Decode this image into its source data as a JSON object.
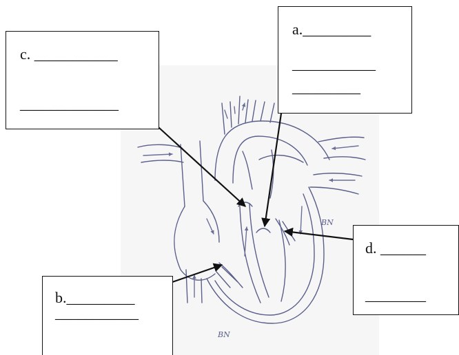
{
  "labels": {
    "a": {
      "line1": "a._________",
      "line2": "___________",
      "line3": "_________"
    },
    "b": {
      "line1": "b._________",
      "line2": "___________"
    },
    "c": {
      "line1": "c. ___________",
      "line2": "_____________"
    },
    "d": {
      "line1": "d. ______",
      "line2": "________"
    }
  },
  "sketch_initials": [
    "BN",
    "BN"
  ],
  "colors": {
    "sketch_ink": "#5a5f8a",
    "sketch_paper": "#f6f6f6",
    "arrow": "#111111",
    "box_border": "#111111"
  }
}
